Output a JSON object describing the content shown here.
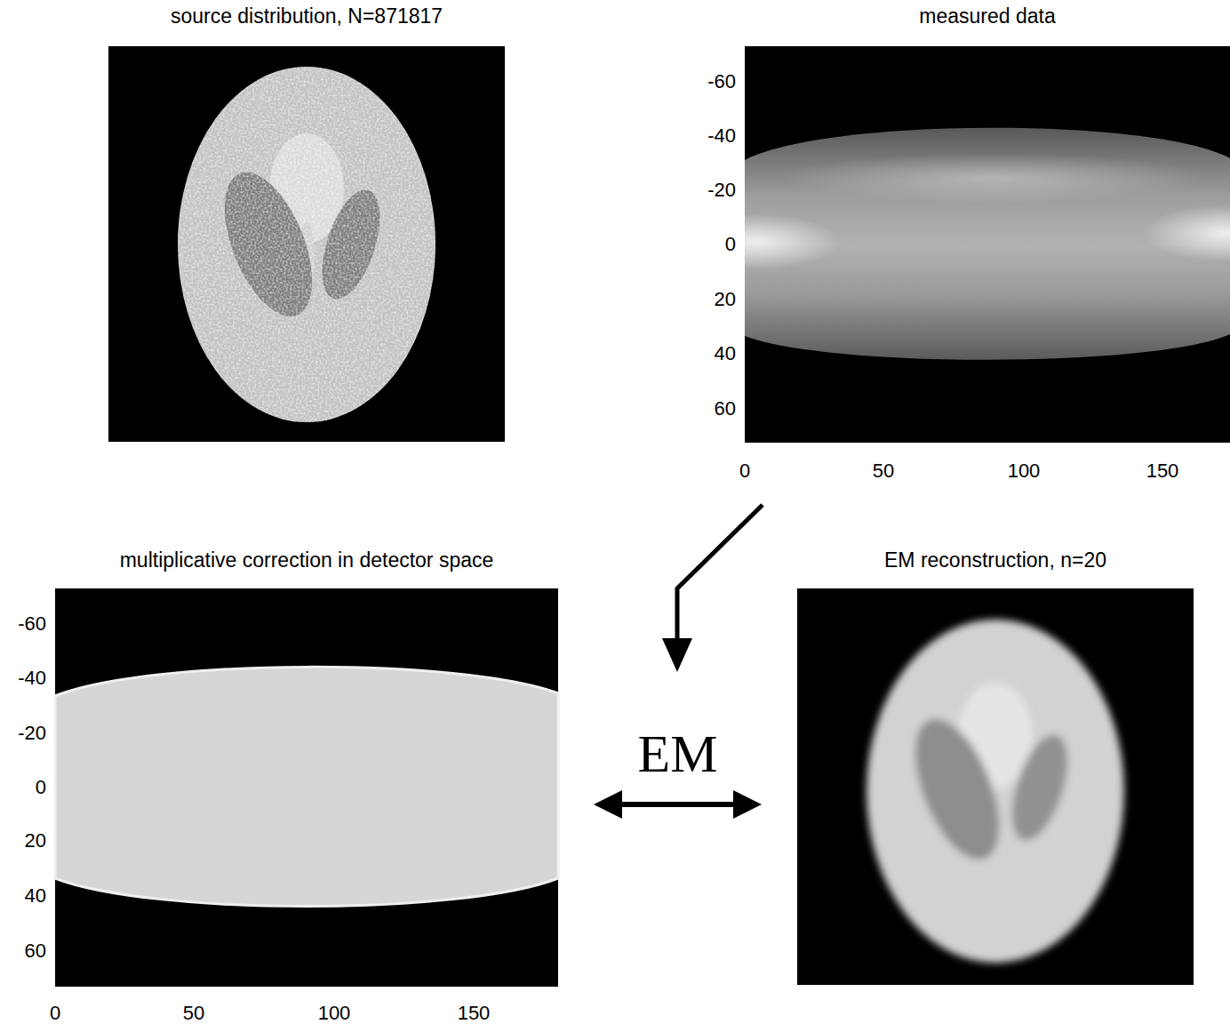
{
  "diagram": {
    "nodes": [
      {
        "text": [
          "source distribution, N=871817"
        ]
      },
      {
        "text": [
          "measured data"
        ]
      },
      {
        "text": [
          "multiplicative correction in detector space"
        ]
      },
      {
        "text": [
          "EM reconstruction, n=20"
        ]
      }
    ],
    "edges": [
      {
        "from": 2,
        "to": 3,
        "label": "EM",
        "arrow": "both"
      }
    ],
    "labels": [
      "-60",
      "-40",
      "-20",
      "0",
      "20",
      "40",
      "60",
      "0",
      "50",
      "100",
      "150",
      "-60",
      "-40",
      "-20",
      "0",
      "20",
      "40",
      "60",
      "0",
      "50",
      "100",
      "150"
    ]
  }
}
